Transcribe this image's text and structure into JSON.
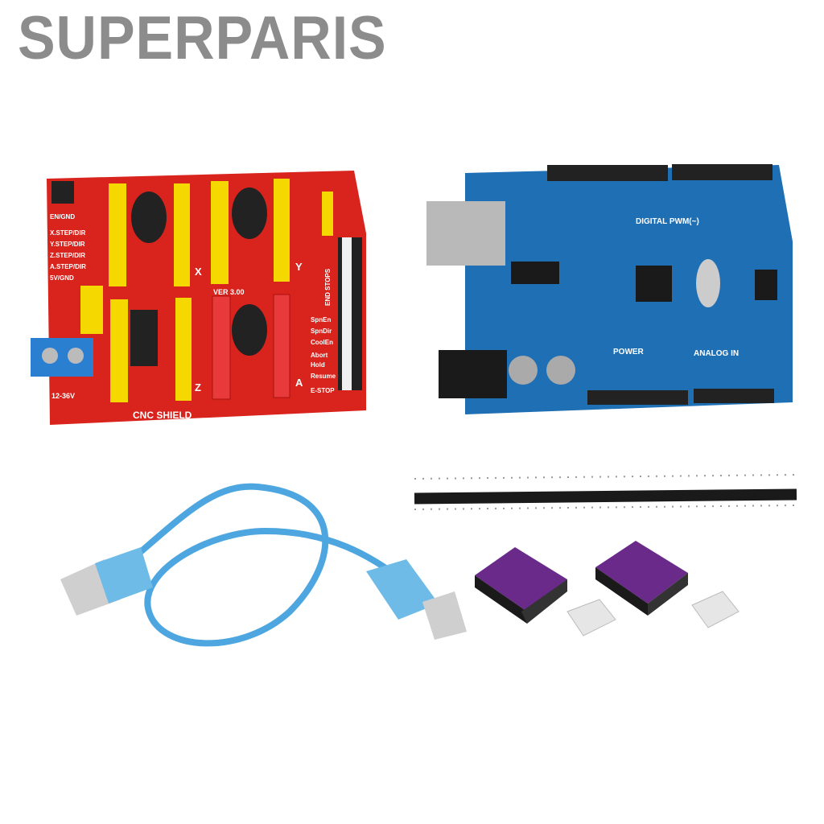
{
  "brand": {
    "name": "SUPERPARIS"
  },
  "cnc_shield": {
    "title": "CNC SHIELD",
    "version": "VER 3.00",
    "voltage": "12-36V",
    "labels": [
      "EN/GND",
      "X.STEP/DIR",
      "Y.STEP/DIR",
      "Z.STEP/DIR",
      "A.STEP/DIR",
      "5V/GND"
    ],
    "axis_labels": [
      "X",
      "Y",
      "Z",
      "A"
    ],
    "right_labels": [
      "END STOPS",
      "SpnEn",
      "SpnDir",
      "CoolEn",
      "Abort",
      "Hold",
      "Resume",
      "E-STOP"
    ],
    "color": "#d9231d"
  },
  "uno_board": {
    "digital_label": "DIGITAL PWM(~)",
    "power_label": "POWER",
    "analog_label": "ANALOG IN",
    "color": "#1f6fb5"
  },
  "colors": {
    "driver": "#6a2a8a",
    "cable": "#4da6e0",
    "header_yellow": "#f5d800"
  }
}
